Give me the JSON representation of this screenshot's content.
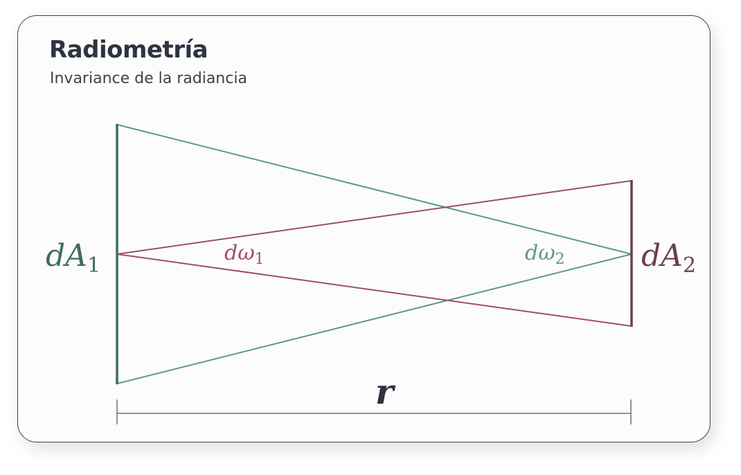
{
  "header": {
    "title": "Radiometría",
    "subtitle": "Invariance de la radiancia"
  },
  "diagram": {
    "labels": {
      "area_1": {
        "main": "dA",
        "sub": "1"
      },
      "area_2": {
        "main": "dA",
        "sub": "2"
      },
      "solid_angle_1": {
        "main": "dω",
        "sub": "1"
      },
      "solid_angle_2": {
        "main": "dω",
        "sub": "2"
      },
      "distance": "r"
    },
    "colors": {
      "area_1": "#3e6b5e",
      "area_2": "#6b3f4c",
      "green": "#5c9a83",
      "red": "#a04f5f",
      "axis": "#6b7078",
      "text": "#2e3440"
    }
  }
}
